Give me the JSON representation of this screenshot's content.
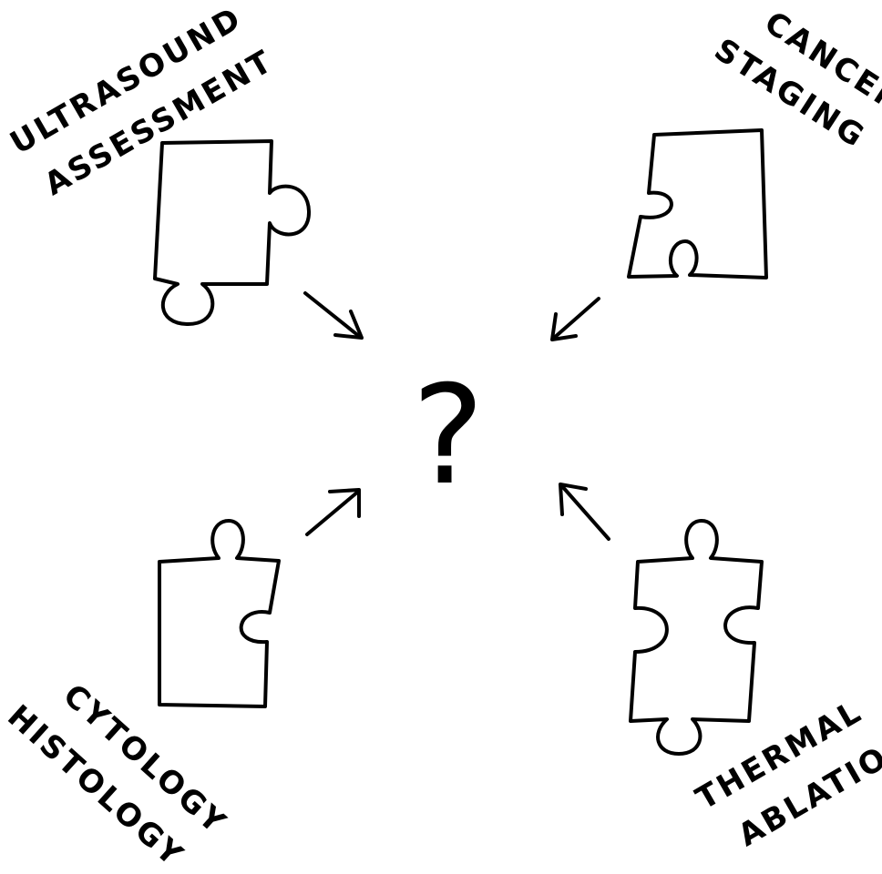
{
  "center": {
    "symbol": "?"
  },
  "pieces": [
    {
      "line1": "ULTRASOUND",
      "line2": "ASSESSMENT"
    },
    {
      "line1": "CANCER",
      "line2": "STAGING"
    },
    {
      "line1": "CYTOLOGY",
      "line2": "HISTOLOGY"
    },
    {
      "line1": "THERMAL",
      "line2": "ABLATION"
    }
  ],
  "colors": {
    "ink": "#000000",
    "background": "#ffffff"
  }
}
